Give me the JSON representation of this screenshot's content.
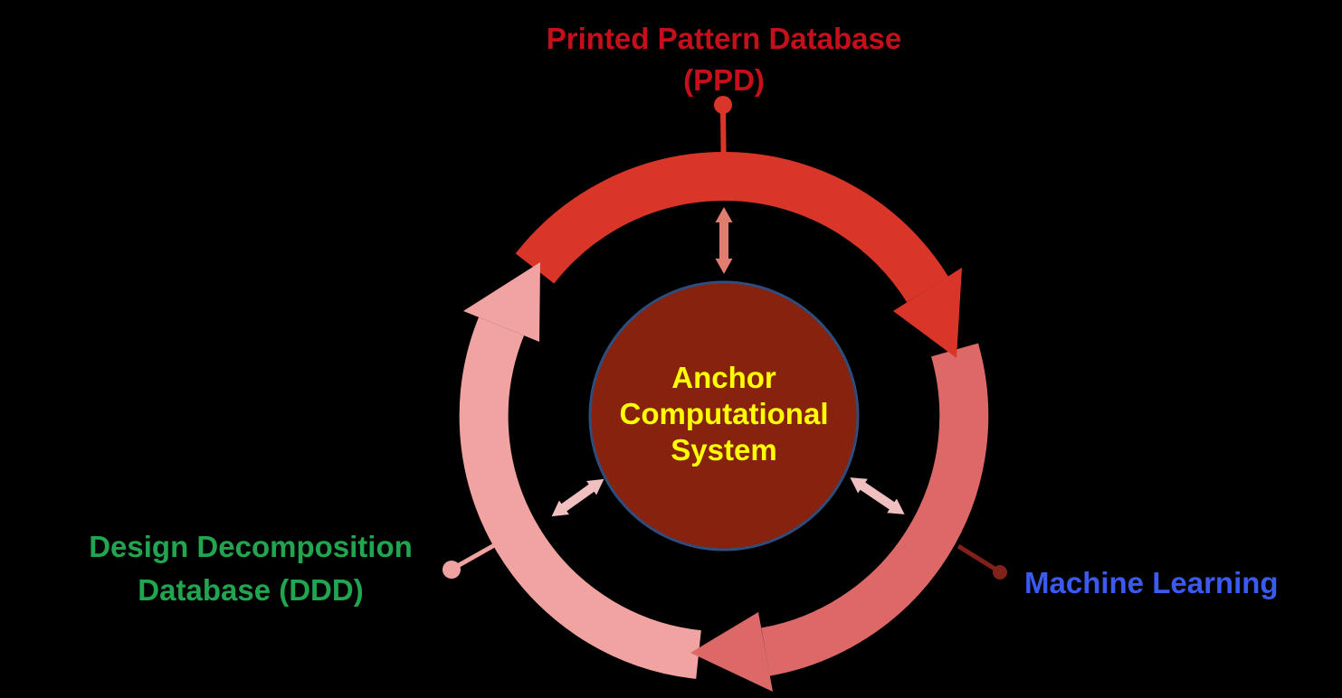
{
  "diagram": {
    "ppd_label": {
      "line1": "Printed Pattern Database",
      "line2": "(PPD)"
    },
    "ddd_label": {
      "line1": "Design Decomposition",
      "line2": "Database (DDD)"
    },
    "ml_label": {
      "text": "Machine Learning"
    },
    "center": {
      "line1": "Anchor",
      "line2": "Computational",
      "line3": "System"
    },
    "colors": {
      "background": "#000000",
      "ppd_text": "#C5101C",
      "ddd_text": "#21A550",
      "ml_text": "#3B5AF0",
      "center_text": "#FFFF00",
      "center_fill": "#87220E",
      "center_border": "#2E4C7C",
      "arc_red": "#DA3529",
      "arc_salmon": "#DD6868",
      "arc_pink": "#F0A3A0",
      "radial_arrow_salmon": "#DF7E6F",
      "radial_arrow_pink": "#F0C0C0",
      "connector_red": "#DA3529",
      "connector_pink": "#EFA29F",
      "connector_maroon": "#80221A"
    }
  }
}
